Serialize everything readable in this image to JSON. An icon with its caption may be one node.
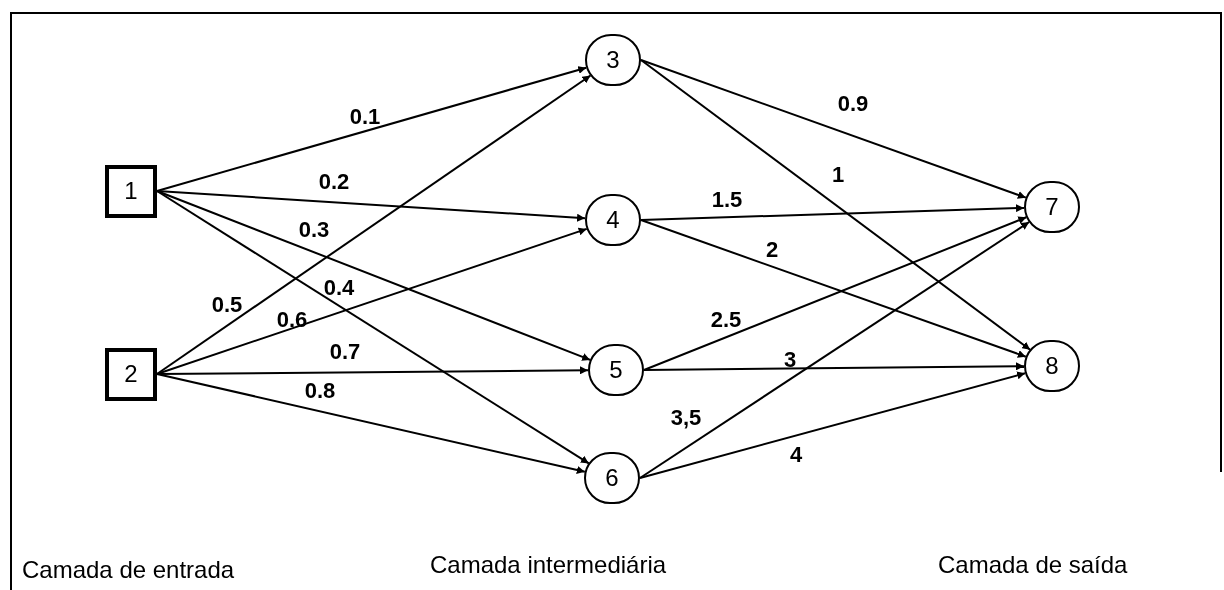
{
  "diagram": {
    "nodes": [
      {
        "text": [
          "1"
        ]
      },
      {
        "text": [
          "2"
        ]
      },
      {
        "text": [
          "3"
        ]
      },
      {
        "text": [
          "4"
        ]
      },
      {
        "text": [
          "5"
        ]
      },
      {
        "text": [
          "6"
        ]
      },
      {
        "text": [
          "7"
        ]
      },
      {
        "text": [
          "8"
        ]
      }
    ],
    "edges": [
      {
        "from": 0,
        "to": 2,
        "arrow": "to",
        "label": "0.1"
      },
      {
        "from": 0,
        "to": 3,
        "arrow": "to",
        "label": "0.2"
      },
      {
        "from": 0,
        "to": 4,
        "arrow": "to",
        "label": "0.3"
      },
      {
        "from": 0,
        "to": 5,
        "arrow": "to",
        "label": "0.4"
      },
      {
        "from": 1,
        "to": 2,
        "arrow": "to",
        "label": "0.5"
      },
      {
        "from": 1,
        "to": 3,
        "arrow": "to",
        "label": "0.6"
      },
      {
        "from": 1,
        "to": 4,
        "arrow": "to",
        "label": "0.7"
      },
      {
        "from": 1,
        "to": 5,
        "arrow": "to",
        "label": "0.8"
      },
      {
        "from": 2,
        "to": 6,
        "arrow": "to",
        "label": "0.9"
      },
      {
        "from": 2,
        "to": 7,
        "arrow": "to",
        "label": "1"
      },
      {
        "from": 3,
        "to": 6,
        "arrow": "to",
        "label": "1.5"
      },
      {
        "from": 3,
        "to": 7,
        "arrow": "to",
        "label": "2"
      },
      {
        "from": 4,
        "to": 6,
        "arrow": "to",
        "label": "2.5"
      },
      {
        "from": 4,
        "to": 7,
        "arrow": "to",
        "label": "3"
      },
      {
        "from": 5,
        "to": 6,
        "arrow": "to",
        "label": "3,5"
      },
      {
        "from": 5,
        "to": 7,
        "arrow": "to",
        "label": "4"
      }
    ],
    "labels": [
      "Camada de entrada",
      "Camada intermediária",
      "Camada de saída"
    ]
  }
}
